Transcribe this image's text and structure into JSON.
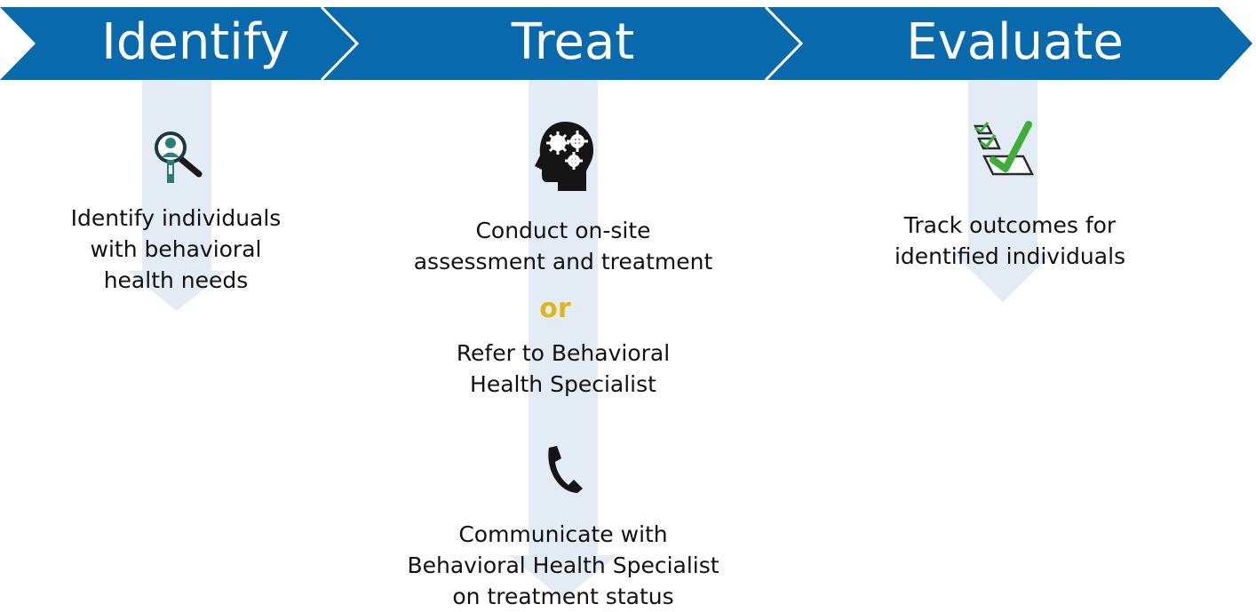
{
  "colors": {
    "chevron_blue": "#0869ad",
    "faded_arrow": "#e3ecf5",
    "or_gold": "#e2b41b",
    "check_green": "#3dae3a"
  },
  "stages": [
    {
      "title": "Identify",
      "icon": "magnifier-person-icon",
      "text_lines": [
        "Identify individuals",
        "with behavioral",
        "health needs"
      ]
    },
    {
      "title": "Treat",
      "icon": "brain-gears-icon",
      "text_lines": [
        "Conduct on-site",
        "assessment and treatment"
      ],
      "separator": "or",
      "text2_lines": [
        "Refer to Behavioral",
        "Health Specialist"
      ],
      "icon2": "phone-icon",
      "text3_lines": [
        "Communicate with",
        "Behavioral Health Specialist",
        "on treatment status"
      ]
    },
    {
      "title": "Evaluate",
      "icon": "checklist-icon",
      "text_lines": [
        "Track outcomes for",
        "identified individuals"
      ]
    }
  ]
}
